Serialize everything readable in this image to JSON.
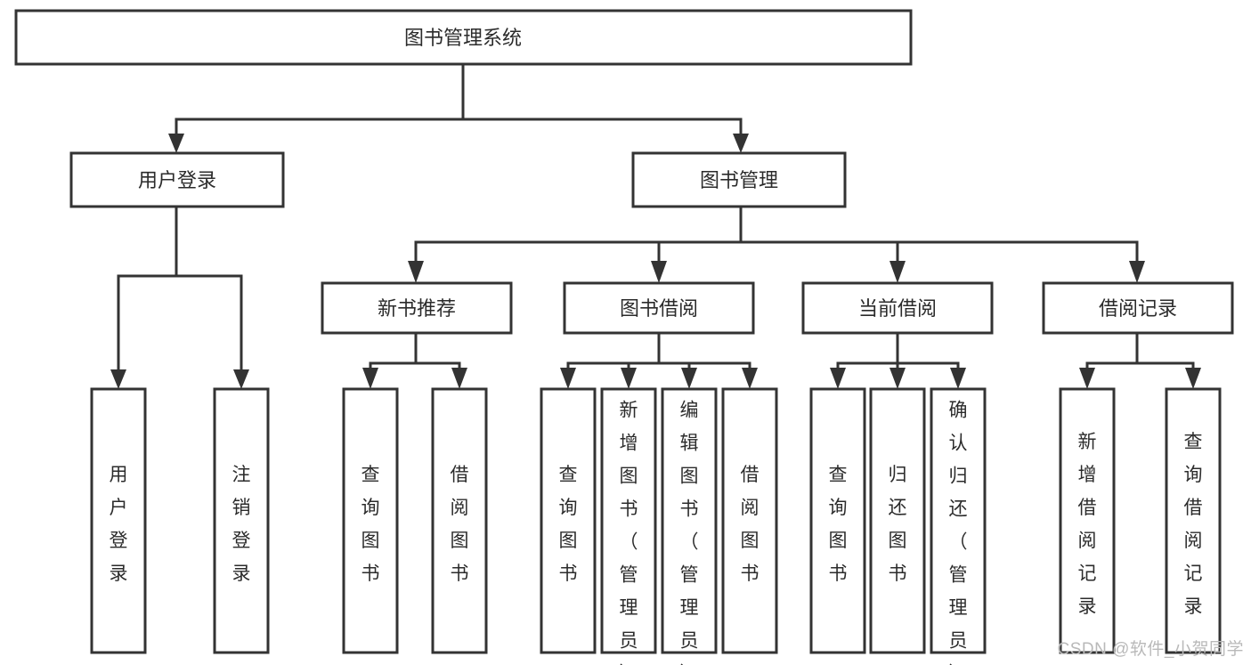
{
  "diagram": {
    "type": "tree-hierarchy",
    "title": "图书管理系统",
    "orientation": "top-down",
    "colors": {
      "stroke": "#333333",
      "box_fill": "#ffffff",
      "text": "#2b2b2b",
      "background": "#ffffff",
      "watermark": "#b9b9b9"
    },
    "levels": {
      "root": {
        "label": "图书管理系统"
      },
      "level2": [
        {
          "label": "用户登录"
        },
        {
          "label": "图书管理"
        }
      ],
      "level3": [
        {
          "label": "新书推荐"
        },
        {
          "label": "图书借阅"
        },
        {
          "label": "当前借阅"
        },
        {
          "label": "借阅记录"
        }
      ],
      "leaves": {
        "user_login": [
          "用户登录",
          "注销登录"
        ],
        "new_book_recommend": [
          "查询图书",
          "借阅图书"
        ],
        "book_borrow": [
          "查询图书",
          "新增图书（管理员）",
          "编辑图书（管理员）",
          "借阅图书"
        ],
        "current_borrow": [
          "查询图书",
          "归还图书",
          "确认归还（管理员）"
        ],
        "borrow_record": [
          "新增借阅记录",
          "查询借阅记录"
        ]
      }
    },
    "edges": [
      {
        "from": "图书管理系统",
        "to": "用户登录"
      },
      {
        "from": "图书管理系统",
        "to": "图书管理"
      },
      {
        "from": "图书管理",
        "to": "新书推荐"
      },
      {
        "from": "图书管理",
        "to": "图书借阅"
      },
      {
        "from": "图书管理",
        "to": "当前借阅"
      },
      {
        "from": "图书管理",
        "to": "借阅记录"
      },
      {
        "from": "用户登录",
        "to": "用户登录"
      },
      {
        "from": "用户登录",
        "to": "注销登录"
      },
      {
        "from": "新书推荐",
        "to": "查询图书"
      },
      {
        "from": "新书推荐",
        "to": "借阅图书"
      },
      {
        "from": "图书借阅",
        "to": "查询图书"
      },
      {
        "from": "图书借阅",
        "to": "新增图书（管理员）"
      },
      {
        "from": "图书借阅",
        "to": "编辑图书（管理员）"
      },
      {
        "from": "图书借阅",
        "to": "借阅图书"
      },
      {
        "from": "当前借阅",
        "to": "查询图书"
      },
      {
        "from": "当前借阅",
        "to": "归还图书"
      },
      {
        "from": "当前借阅",
        "to": "确认归还（管理员）"
      },
      {
        "from": "借阅记录",
        "to": "新增借阅记录"
      },
      {
        "from": "借阅记录",
        "to": "查询借阅记录"
      }
    ]
  },
  "watermark": {
    "text": "CSDN @软件_小贺同学"
  }
}
